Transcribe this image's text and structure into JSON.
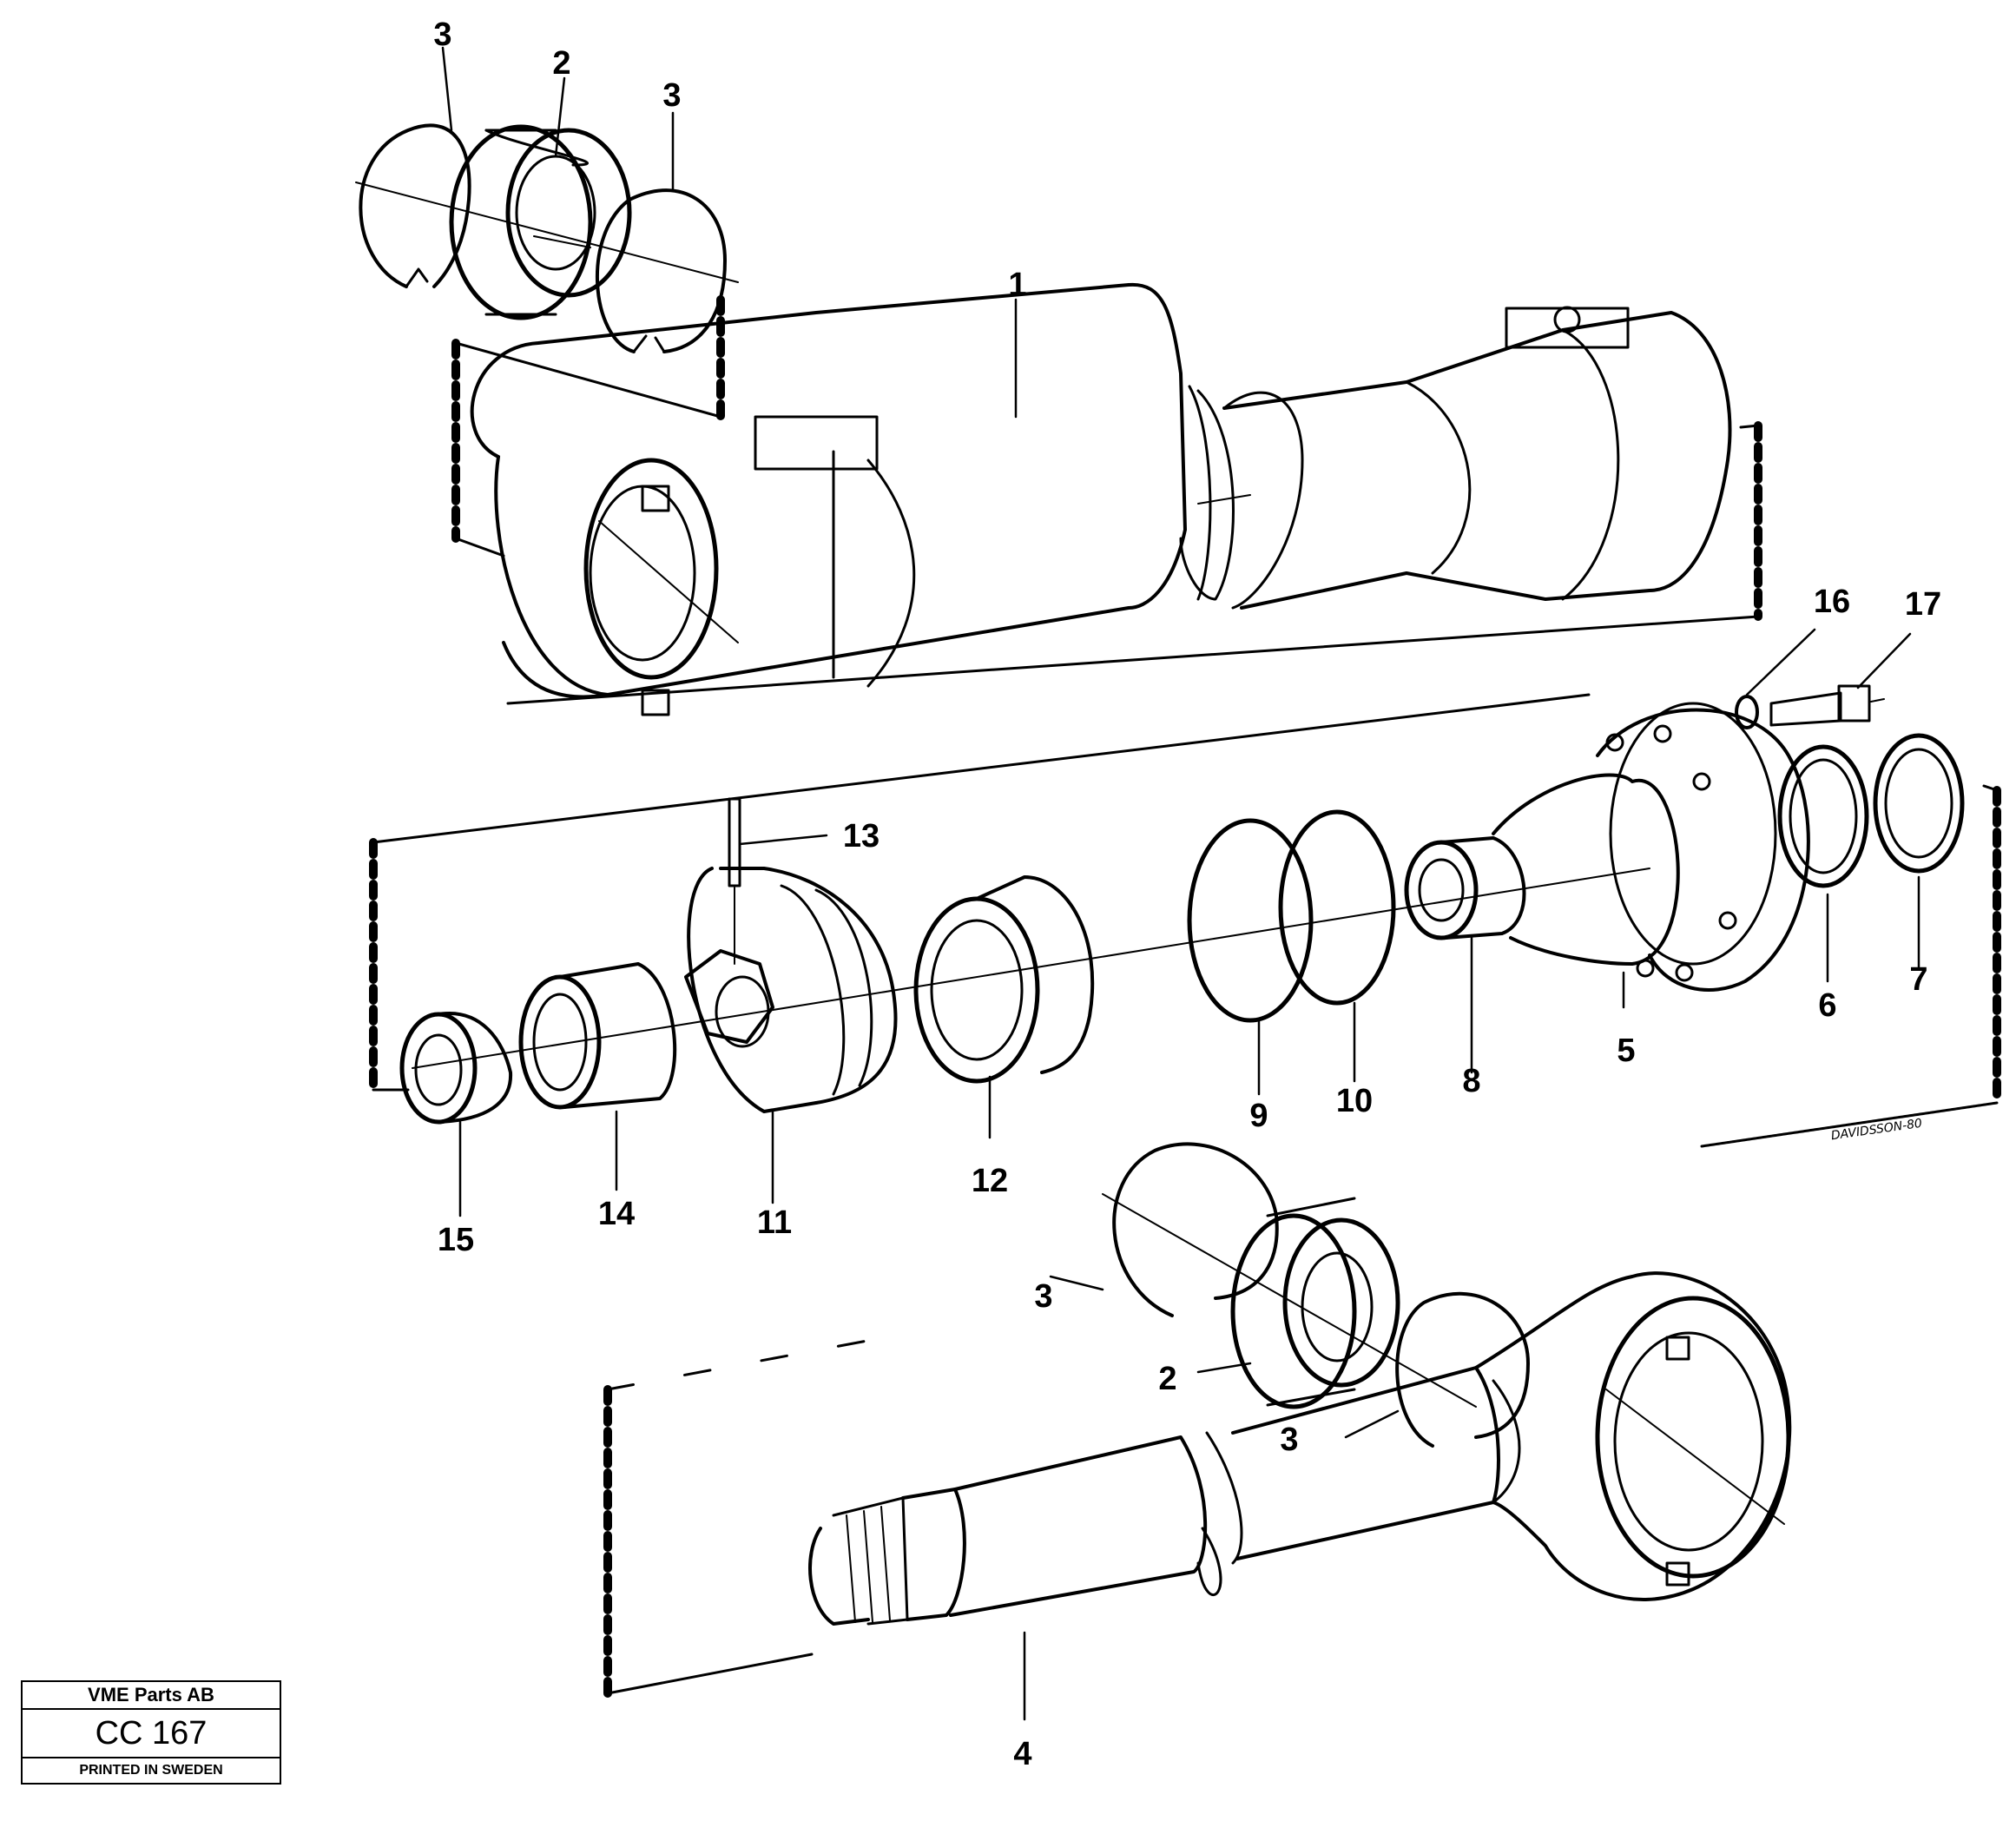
{
  "callouts": {
    "n1": "1",
    "n2a": "2",
    "n2b": "2",
    "n3a": "3",
    "n3b": "3",
    "n3c": "3",
    "n3d": "3",
    "n4": "4",
    "n5": "5",
    "n6": "6",
    "n7": "7",
    "n8": "8",
    "n9": "9",
    "n10": "10",
    "n11": "11",
    "n12": "12",
    "n13": "13",
    "n14": "14",
    "n15": "15",
    "n16": "16",
    "n17": "17"
  },
  "artist_signature": "DAVIDSSON-80",
  "stamp": {
    "company": "VME Parts AB",
    "code": "CC 167",
    "printed": "PRINTED IN SWEDEN"
  }
}
